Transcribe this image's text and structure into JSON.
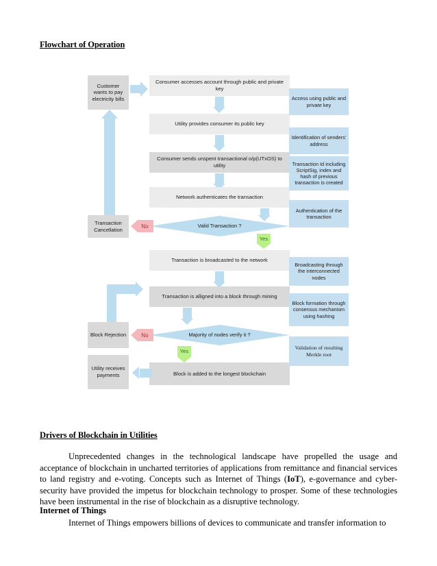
{
  "document": {
    "heading": "Flowchart of Operation",
    "section2_heading": "Drivers of Blockchain in Utilities",
    "paragraph1_part1": "Unprecedented changes in the technological landscape have propelled the usage and acceptance of blockchain in uncharted territories of applications from remittance and financial services to land registry and e-voting. Concepts such as Internet of Things (",
    "paragraph1_bold": "IoT",
    "paragraph1_part2": "), e-governance and cyber-security have provided the impetus for blockchain technology to prosper. Some of these technologies have been instrumental in the rise of blockchain as a disruptive technology.",
    "section3_heading": "Internet of Things",
    "paragraph2": "Internet of Things empowers billions of devices to communicate and transfer information to"
  },
  "flowchart": {
    "nodes": {
      "customer": "Customer wants to pay electricity bills",
      "consumer_access": "Consumer accesses account through public and private key",
      "utility_public_key": "Utility provides consumer its public key",
      "consumer_sends": "Consumer sends unspent transactional o/p(UTxOS) to utility",
      "network_auth": "Network authenticates the transaction",
      "valid_transaction": "Valid Transaction ?",
      "transaction_cancellation": "Transaction Cancellation",
      "broadcasted": "Transaction is broadcasted to the network",
      "aligned_block": "Transaction is alligned into a block through mining",
      "majority_verify": "Majority of nodes verify it ?",
      "block_rejection": "Block Rejection",
      "block_added": "Block is added to the longest blockchain",
      "utility_receives": "Utility receives payments"
    },
    "annotations": {
      "access": "Access using public and private key",
      "identification": "Identification of senders' address",
      "transaction_id": "Transaction Id including ScriptSig, index and hash of previous transaction is created",
      "authentication": "Authentication of the transaction",
      "broadcasting": "Broadcasting through the interconnected nodes",
      "block_formation": "Block formation through consensus mechanism using hashing",
      "validation": "Validation of resulting Merkle root"
    },
    "labels": {
      "no_1": "No",
      "yes_1": "Yes",
      "no_2": "No",
      "yes_2": "Yes"
    },
    "colors": {
      "process_box": "#d9d9d9",
      "process_box_light": "#ececec",
      "annotation_box": "#c6dff0",
      "arrow": "#bcdcef",
      "no_arrow": "#f4b8bc",
      "yes_arrow": "#b9f08a"
    }
  }
}
